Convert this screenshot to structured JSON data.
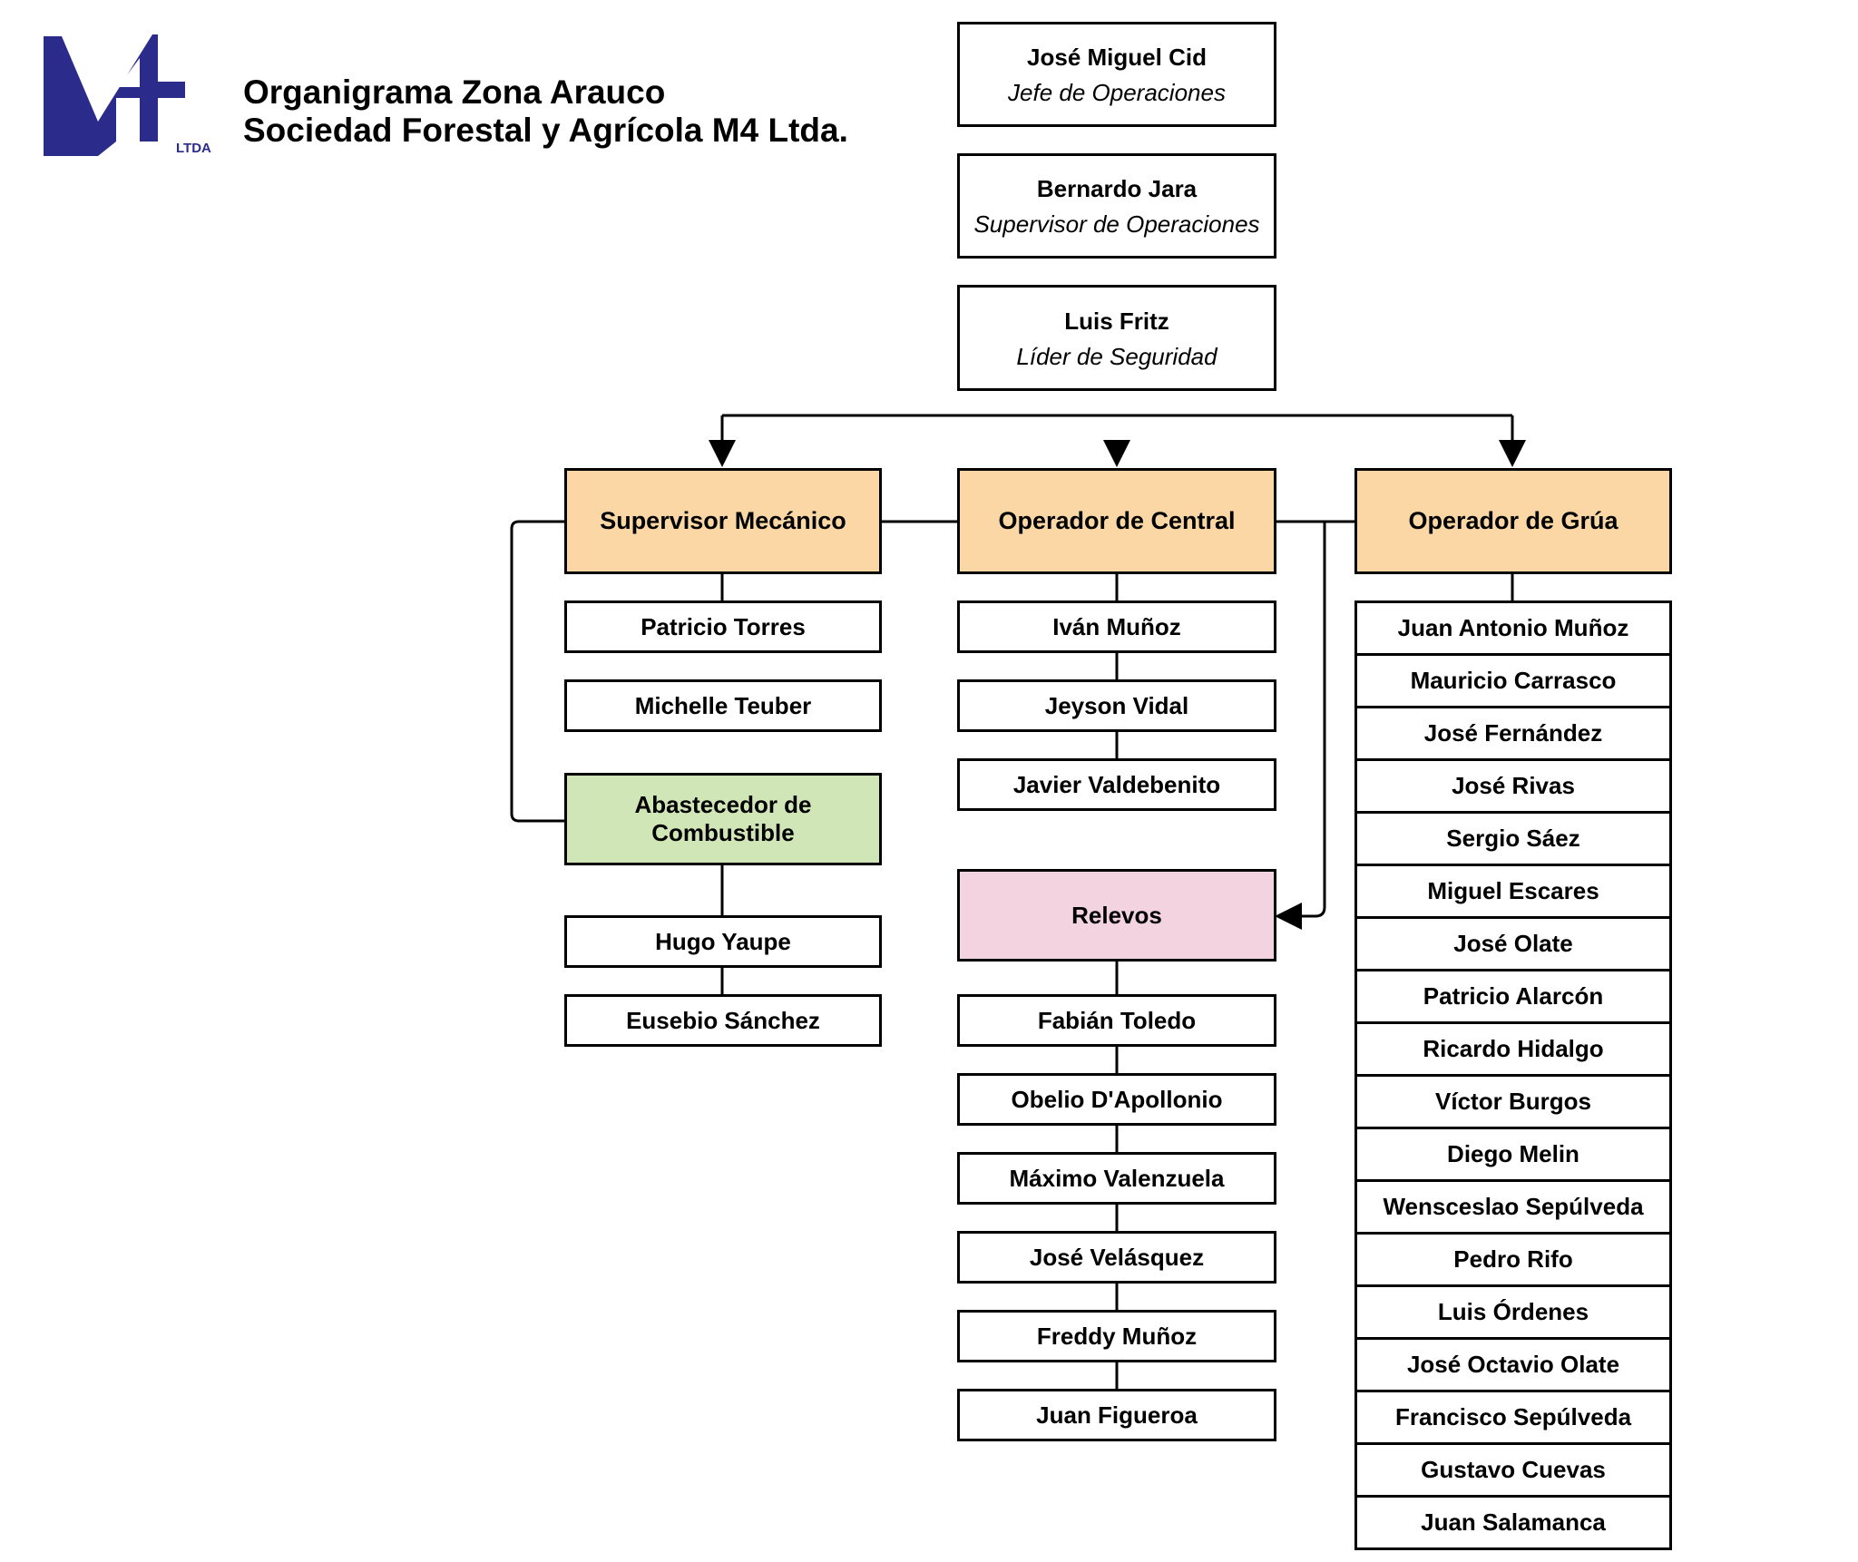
{
  "header": {
    "logo_text": "M4 LTDA.",
    "title_line1": "Organigrama Zona Arauco",
    "title_line2": "Sociedad Forestal y Agrícola M4 Ltda."
  },
  "top_chain": [
    {
      "name": "José Miguel Cid",
      "role": "Jefe de Operaciones"
    },
    {
      "name": "Bernardo Jara",
      "role": "Supervisor de Operaciones"
    },
    {
      "name": "Luis Fritz",
      "role": "Líder de Seguridad"
    }
  ],
  "columns": {
    "left": {
      "head": "Supervisor Mecánico",
      "members": [
        "Patricio Torres",
        "Michelle Teuber"
      ],
      "sub": {
        "head": "Abastecedor de Combustible",
        "members": [
          "Hugo Yaupe",
          "Eusebio Sánchez"
        ]
      }
    },
    "center": {
      "head": "Operador de Central",
      "members": [
        "Iván Muñoz",
        "Jeyson Vidal",
        "Javier Valdebenito"
      ],
      "relief": {
        "head": "Relevos",
        "members": [
          "Fabián Toledo",
          "Obelio D'Apollonio",
          "Máximo Valenzuela",
          "José Velásquez",
          "Freddy Muñoz",
          "Juan Figueroa"
        ]
      }
    },
    "right": {
      "head": "Operador de Grúa",
      "members": [
        "Juan Antonio Muñoz",
        "Mauricio Carrasco",
        "José Fernández",
        "José Rivas",
        "Sergio Sáez",
        "Miguel Escares",
        "José Olate",
        "Patricio Alarcón",
        "Ricardo Hidalgo",
        "Víctor Burgos",
        "Diego Melin",
        "Wensceslao Sepúlveda",
        "Pedro Rifo",
        "Luis Órdenes",
        "José Octavio Olate",
        "Francisco Sepúlveda",
        "Gustavo Cuevas",
        "Juan Salamanca"
      ]
    }
  },
  "colors": {
    "logo_blue": "#2b2b8c",
    "head_fill": "#fad7a5",
    "fuel_fill": "#d1e6b6",
    "relief_fill": "#f4d3e0",
    "line": "#000000"
  }
}
